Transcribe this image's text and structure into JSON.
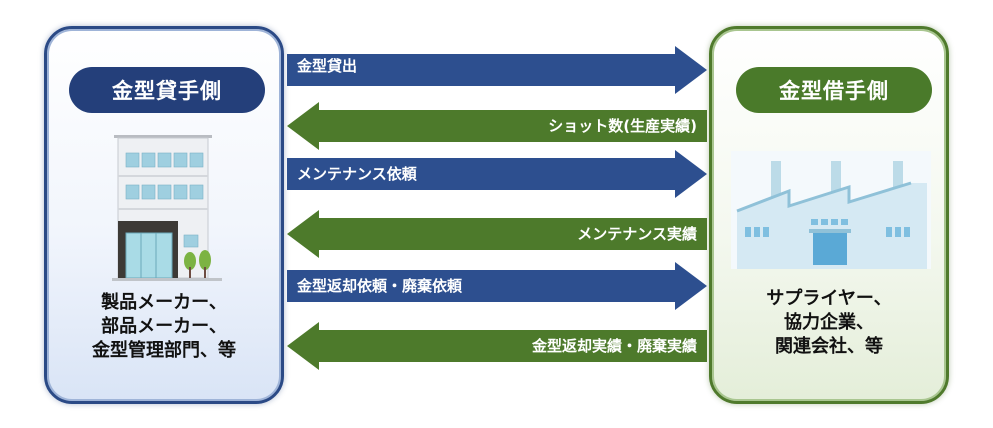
{
  "lender": {
    "title": "金型貸手側",
    "lines": [
      "製品メーカー、",
      "部品メーカー、",
      "金型管理部門、等"
    ]
  },
  "borrower": {
    "title": "金型借手側",
    "lines": [
      "サプライヤー、",
      "協力企業、",
      "関連会社、等"
    ]
  },
  "flows": [
    {
      "label": "金型貸出",
      "direction": "right",
      "color": "#2d4f8f"
    },
    {
      "label": "ショット数(生産実績)",
      "direction": "left",
      "color": "#4d7a2b"
    },
    {
      "label": "メンテナンス依頼",
      "direction": "right",
      "color": "#2d4f8f"
    },
    {
      "label": "メンテナンス実績",
      "direction": "left",
      "color": "#4d7a2b"
    },
    {
      "label": "金型返却依頼・廃棄依頼",
      "direction": "right",
      "color": "#2d4f8f"
    },
    {
      "label": "金型返却実績・廃棄実績",
      "direction": "left",
      "color": "#4d7a2b"
    }
  ],
  "icons": [
    "office-building-icon",
    "factory-icon"
  ]
}
